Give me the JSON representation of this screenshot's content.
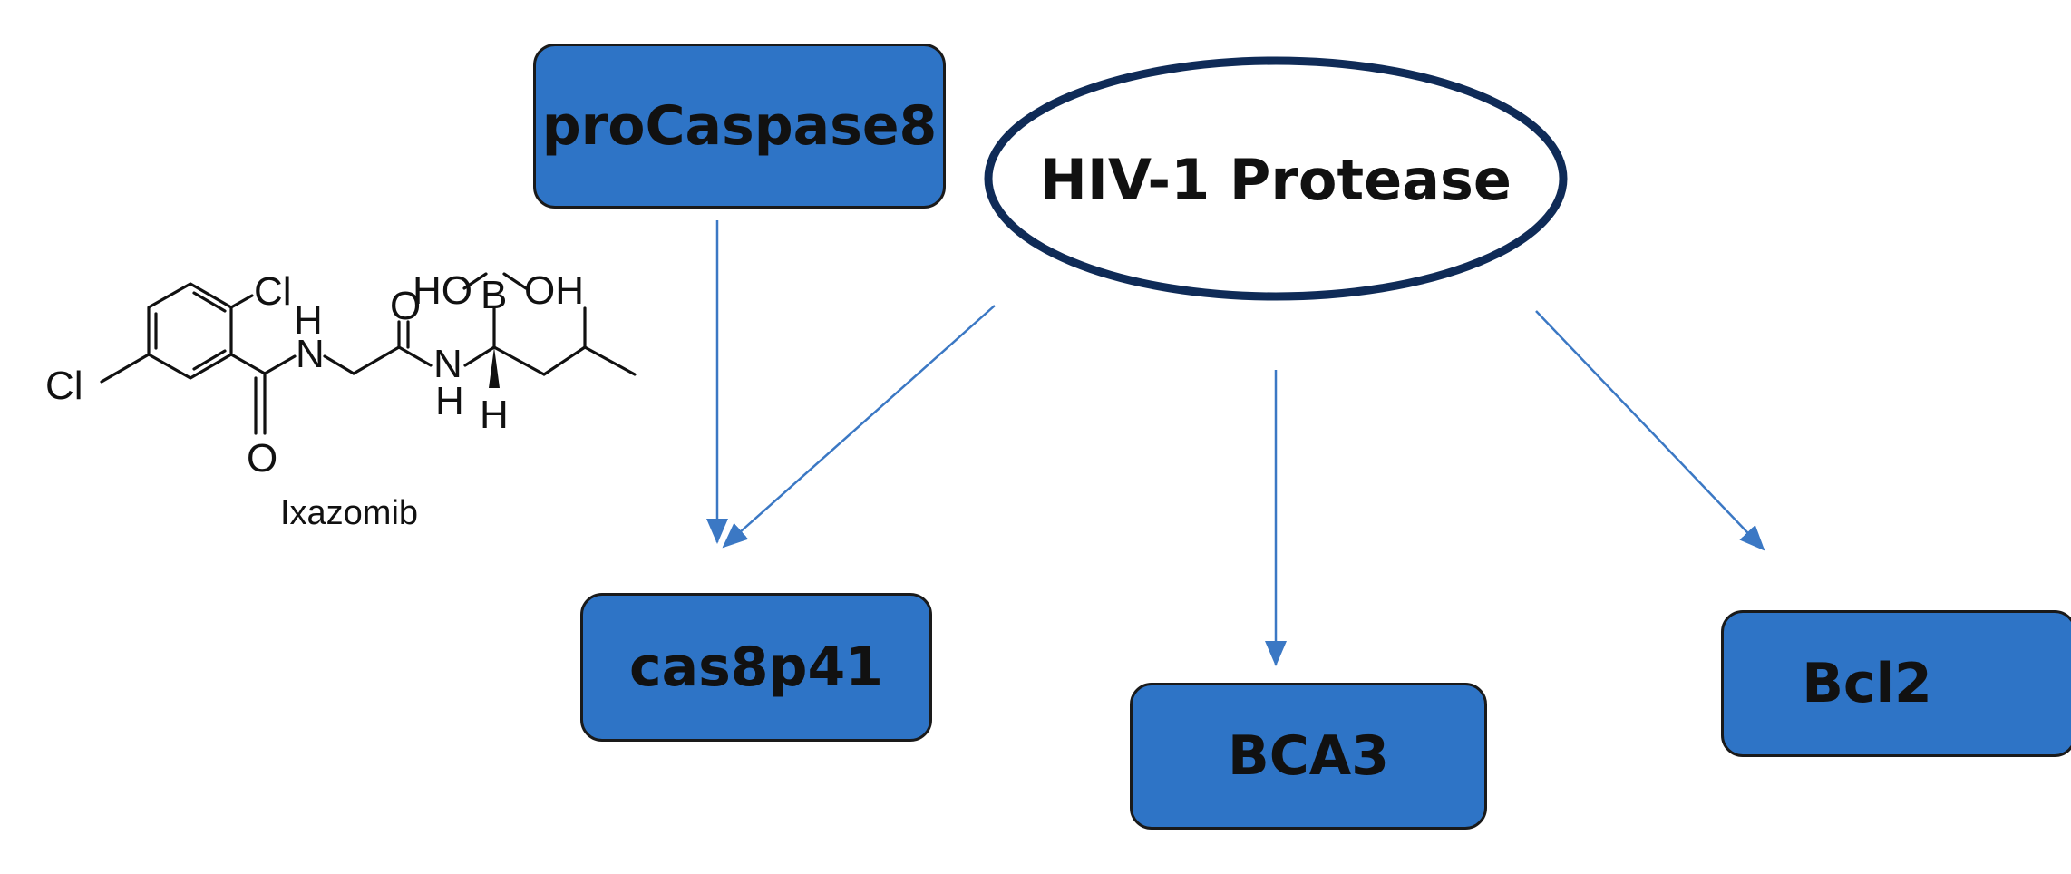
{
  "nodes": {
    "procaspase8": "proCaspase8",
    "hiv_protease": "HIV-1 Protease",
    "cas8p41": "cas8p41",
    "bca3": "BCA3",
    "bcl2": "Bcl2"
  },
  "molecule": {
    "name": "Ixazomib",
    "atoms": {
      "cl_top": "Cl",
      "cl_left": "Cl",
      "nh_top": "N",
      "h_top": "H",
      "o_carbonyl1": "O",
      "o_carbonyl2": "O",
      "nh_bottom": "N",
      "h_bottom": "H",
      "h_stereo": "H",
      "ho": "HO",
      "b": "B",
      "oh": "OH"
    }
  },
  "edges": [
    {
      "from": "proCaspase8",
      "to": "cas8p41"
    },
    {
      "from": "HIV-1 Protease",
      "to": "cas8p41"
    },
    {
      "from": "HIV-1 Protease",
      "to": "BCA3"
    },
    {
      "from": "HIV-1 Protease",
      "to": "Bcl2"
    }
  ],
  "colors": {
    "node_fill": "#2e74c6",
    "arrow": "#3b78c4",
    "outline": "#1a1a1a"
  }
}
